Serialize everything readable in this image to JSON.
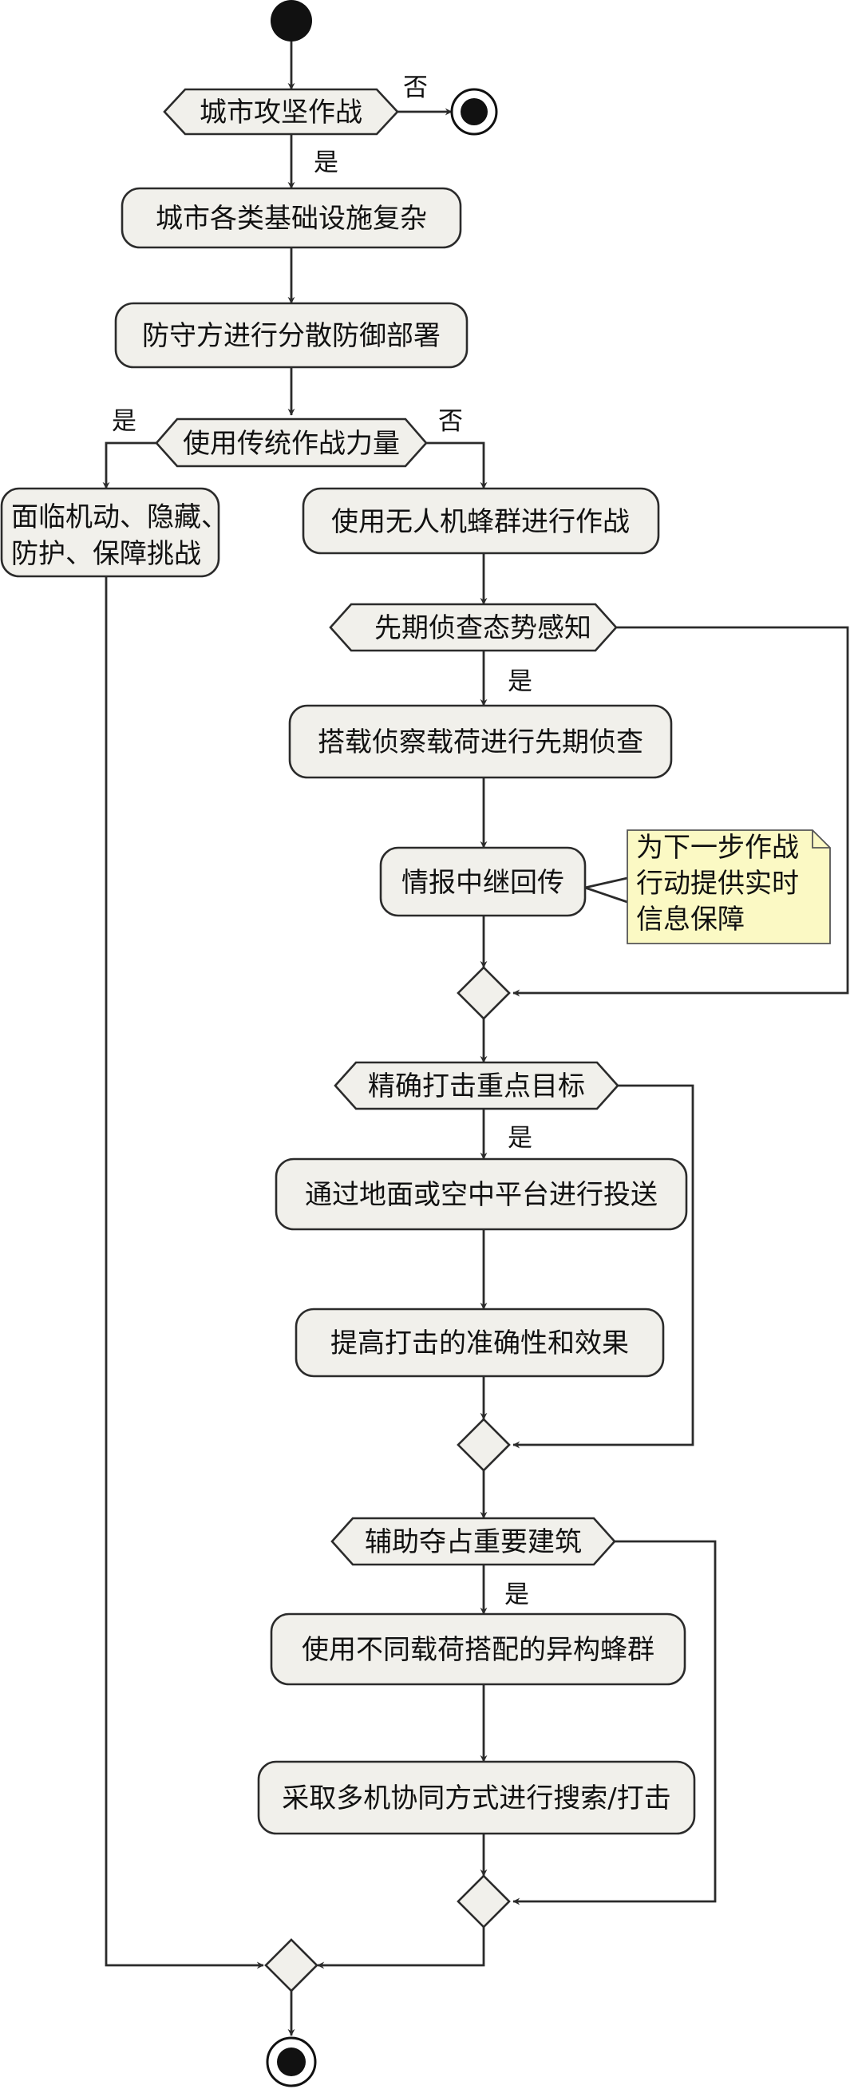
{
  "nodes": {
    "d_city": "城市攻坚作战",
    "a_infra": "城市各类基础设施复杂",
    "a_defense": "防守方进行分散防御部署",
    "d_traditional": "使用传统作战力量",
    "a_challenge_1": "面临机动、隐藏、",
    "a_challenge_2": "防护、保障挑战",
    "a_swarm": "使用无人机蜂群进行作战",
    "d_recon": "先期侦查态势感知",
    "a_recon": "搭载侦察载荷进行先期侦查",
    "a_relay": "情报中继回传",
    "note_1": "为下一步作战",
    "note_2": "行动提供实时",
    "note_3": "信息保障",
    "d_strike": "精确打击重点目标",
    "a_deliver": "通过地面或空中平台进行投送",
    "a_accuracy": "提高打击的准确性和效果",
    "d_seize": "辅助夺占重要建筑",
    "a_hetero": "使用不同载荷搭配的异构蜂群",
    "a_search": "采取多机协同方式进行搜索/打击"
  },
  "edges": {
    "no_city": "否",
    "yes_city": "是",
    "yes_traditional": "是",
    "no_traditional": "否",
    "yes_recon": "是",
    "yes_strike": "是",
    "yes_seize": "是"
  }
}
